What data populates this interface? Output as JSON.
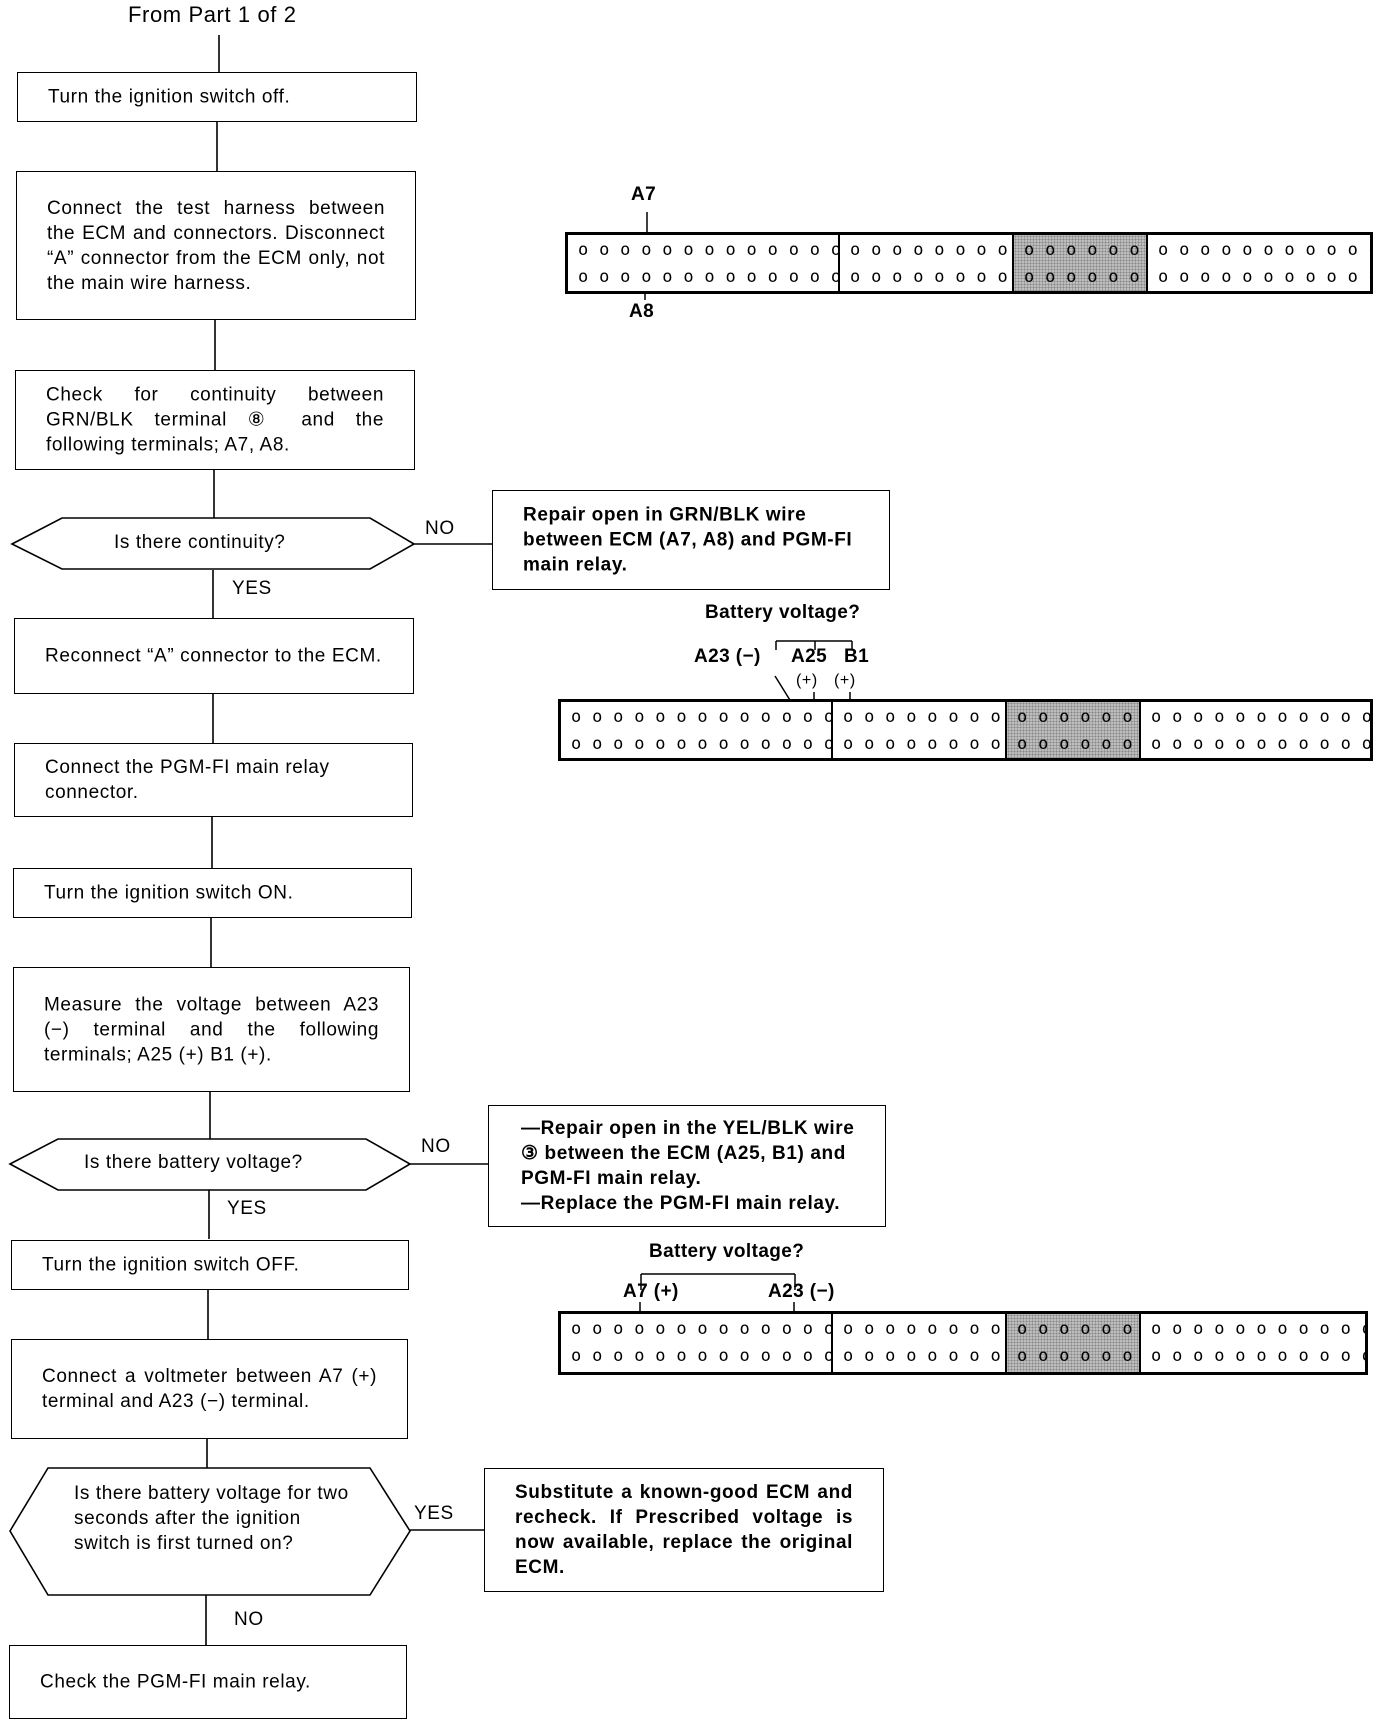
{
  "header": {
    "from_label": "From Part 1 of 2"
  },
  "steps": {
    "s1": "Turn the ignition switch off.",
    "s2": "Connect the test harness between the ECM and connectors. Disconnect “A” connector from the ECM only, not the main wire harness.",
    "s3": "Check for continuity between GRN/BLK terminal ⑧ and the following terminals; A7, A8.",
    "q1": "Is there continuity?",
    "s4": "Reconnect “A” connector to the ECM.",
    "s5": "Connect the PGM-FI main relay connector.",
    "s6": "Turn the ignition switch ON.",
    "s7": "Measure the voltage between A23 (−) terminal and the following terminals; A25 (+) B1 (+).",
    "q2": "Is there battery voltage?",
    "s8": "Turn the ignition switch OFF.",
    "s9": "Connect a voltmeter between A7 (+) terminal and A23 (−) terminal.",
    "q3": "Is there battery voltage for two seconds after the ignition switch is first turned on?",
    "s10": "Check the PGM-FI main relay."
  },
  "branches": {
    "q1_no": "NO",
    "q1_yes": "YES",
    "q2_no": "NO",
    "q2_yes": "YES",
    "q3_yes": "YES",
    "q3_no": "NO"
  },
  "actions": {
    "r1": "Repair open in GRN/BLK wire between ECM (A7, A8) and PGM-FI main relay.",
    "r2_line1": "—Repair open in the YEL/BLK wire ③ between the ECM (A25, B1) and PGM-FI main relay.",
    "r2_line2": "—Replace the PGM-FI main relay.",
    "r3": "Substitute a known-good ECM and recheck. If Prescribed voltage is now available, replace the original ECM."
  },
  "diagram1": {
    "top_label": "A7",
    "bottom_label": "A8"
  },
  "diagram2": {
    "question": "Battery voltage?",
    "a23": "A23 (−)",
    "a25": "A25",
    "b1": "B1",
    "a25_sign": "(+)",
    "b1_sign": "(+)"
  },
  "diagram3": {
    "question": "Battery voltage?",
    "a7": "A7 (+)",
    "a23": "A23 (−)"
  },
  "connector": {
    "sec1_row": "o o o o o o o o o o o o o",
    "sec2_row": "o o o o o o o o",
    "sec3_row": "o o o o o o",
    "sec4_row": "o o o o o o o o o o o"
  }
}
